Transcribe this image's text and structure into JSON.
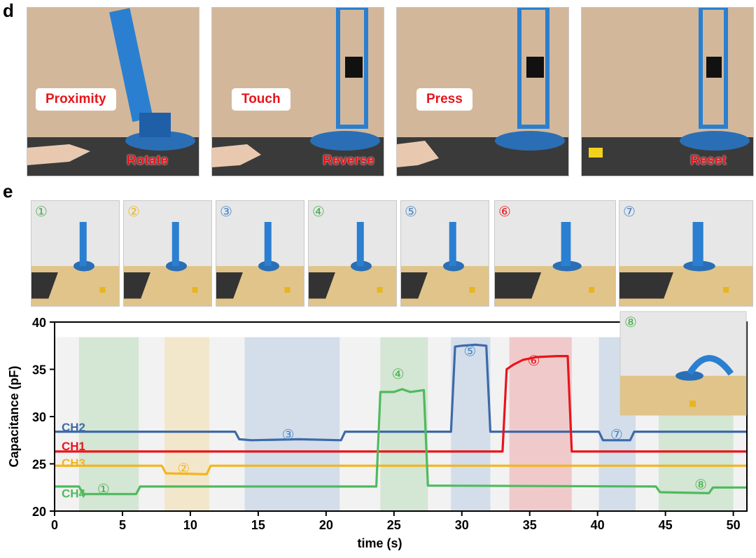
{
  "panel_letters": {
    "d": "d",
    "e": "e"
  },
  "panel_d": {
    "photos": [
      {
        "label": "Proximity",
        "action": "Rotate"
      },
      {
        "label": "Touch",
        "action": "Reverse"
      },
      {
        "label": "Press",
        "action": ""
      },
      {
        "label": "",
        "action": "Reset"
      }
    ]
  },
  "panel_e": {
    "steps": [
      {
        "num": "①",
        "color": "#4caf50"
      },
      {
        "num": "②",
        "color": "#f2b51d"
      },
      {
        "num": "③",
        "color": "#4a86c8"
      },
      {
        "num": "④",
        "color": "#4caf50"
      },
      {
        "num": "⑤",
        "color": "#4a86c8"
      },
      {
        "num": "⑥",
        "color": "#e8151b"
      },
      {
        "num": "⑦",
        "color": "#4a86c8"
      },
      {
        "num": "⑧",
        "color": "#4caf50"
      }
    ]
  },
  "chart_data": {
    "type": "line",
    "xlabel": "time (s)",
    "ylabel": "Capacitance (pF)",
    "xlim": [
      0,
      51
    ],
    "ylim": [
      20,
      40
    ],
    "xticks": [
      0,
      5,
      10,
      15,
      20,
      25,
      30,
      35,
      40,
      45,
      50
    ],
    "yticks": [
      20,
      25,
      30,
      35,
      40
    ],
    "legend_placement": "left, inline labels next to lines",
    "shaded_regions": [
      {
        "x": [
          1.8,
          6.2
        ],
        "color": "#4caf50",
        "label": "①",
        "label_at": [
          3.6,
          21.8
        ]
      },
      {
        "x": [
          8.1,
          11.4
        ],
        "color": "#f2b51d",
        "label": "②",
        "label_at": [
          9.5,
          24.0
        ]
      },
      {
        "x": [
          14.0,
          21.0
        ],
        "color": "#4a86c8",
        "label": "③",
        "label_at": [
          17.2,
          27.6
        ]
      },
      {
        "x": [
          24.0,
          27.5
        ],
        "color": "#4caf50",
        "label": "④",
        "label_at": [
          25.3,
          34.0
        ]
      },
      {
        "x": [
          29.2,
          32.1
        ],
        "color": "#4a86c8",
        "label": "⑤",
        "label_at": [
          30.6,
          36.4
        ]
      },
      {
        "x": [
          33.5,
          38.1
        ],
        "color": "#e8151b",
        "label": "⑥",
        "label_at": [
          35.3,
          35.4
        ]
      },
      {
        "x": [
          40.1,
          42.8
        ],
        "color": "#4a86c8",
        "label": "⑦",
        "label_at": [
          41.4,
          27.6
        ]
      },
      {
        "x": [
          44.5,
          50.0
        ],
        "color": "#4caf50",
        "label": "⑧",
        "label_at": [
          47.6,
          22.3
        ]
      }
    ],
    "series": [
      {
        "name": "CH2",
        "color": "#3d6aa8",
        "label_y": 28.6,
        "points": [
          [
            0,
            28.4
          ],
          [
            13.3,
            28.4
          ],
          [
            13.6,
            27.6
          ],
          [
            14.5,
            27.5
          ],
          [
            18,
            27.6
          ],
          [
            21.1,
            27.5
          ],
          [
            21.4,
            28.4
          ],
          [
            29.2,
            28.4
          ],
          [
            29.5,
            37.4
          ],
          [
            30,
            37.5
          ],
          [
            31,
            37.6
          ],
          [
            31.8,
            37.5
          ],
          [
            32.1,
            28.4
          ],
          [
            40.1,
            28.4
          ],
          [
            40.4,
            27.5
          ],
          [
            42.4,
            27.5
          ],
          [
            42.7,
            28.4
          ],
          [
            51,
            28.4
          ]
        ]
      },
      {
        "name": "CH1",
        "color": "#e8151b",
        "label_y": 26.6,
        "points": [
          [
            0,
            26.3
          ],
          [
            33.0,
            26.3
          ],
          [
            33.3,
            35.0
          ],
          [
            33.8,
            35.5
          ],
          [
            34.5,
            36.0
          ],
          [
            35.5,
            36.3
          ],
          [
            37.0,
            36.4
          ],
          [
            37.8,
            36.4
          ],
          [
            38.1,
            26.3
          ],
          [
            51,
            26.3
          ]
        ]
      },
      {
        "name": "CH3",
        "color": "#f2b51d",
        "label_y": 24.8,
        "points": [
          [
            0,
            24.8
          ],
          [
            7.9,
            24.8
          ],
          [
            8.2,
            24.0
          ],
          [
            11.2,
            23.9
          ],
          [
            11.5,
            24.8
          ],
          [
            51,
            24.8
          ]
        ]
      },
      {
        "name": "CH4",
        "color": "#4fba5d",
        "label_y": 21.6,
        "points": [
          [
            0,
            22.6
          ],
          [
            1.8,
            22.6
          ],
          [
            2.1,
            21.8
          ],
          [
            6.0,
            21.8
          ],
          [
            6.3,
            22.6
          ],
          [
            23.7,
            22.6
          ],
          [
            24.0,
            32.6
          ],
          [
            25,
            32.6
          ],
          [
            25.6,
            32.9
          ],
          [
            26.2,
            32.6
          ],
          [
            27.2,
            32.8
          ],
          [
            27.5,
            22.7
          ],
          [
            44.3,
            22.6
          ],
          [
            44.6,
            22.0
          ],
          [
            48.2,
            21.9
          ],
          [
            48.5,
            22.5
          ],
          [
            51,
            22.5
          ]
        ]
      }
    ]
  }
}
